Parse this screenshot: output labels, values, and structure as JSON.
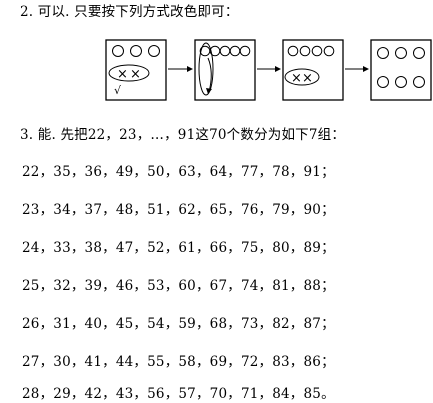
{
  "item2": {
    "text": "2. 可以. 只要按下列方式改色即可："
  },
  "diagram": {
    "stroke_color": "#000000",
    "check_mark": "√",
    "cross_mark": "×"
  },
  "item3": {
    "text": "3. 能. 先把22，23，…，91这70个数分为如下7组："
  },
  "groups": [
    "22，35，36，49，50，63，64，77，78，91；",
    "23，34，37，48，51，62，65，76，79，90；",
    "24，33，38，47，52，61，66，75，80，89；",
    "25，32，39，46，53，60，67，74，81，88；",
    "26，31，40，45，54，59，68，73，82，87；",
    "27，30，41，44，55，58，69，72，83，86；",
    "28，29，42，43，56，57，70，71，84，85。"
  ]
}
